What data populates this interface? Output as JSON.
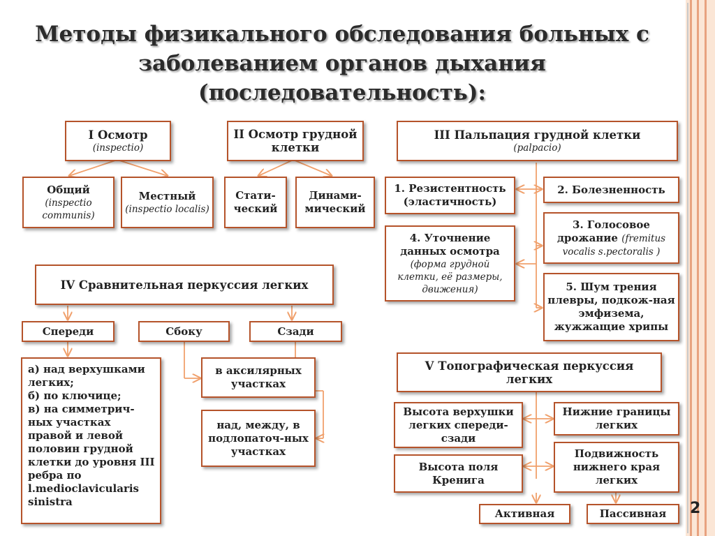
{
  "title": {
    "line1": "Методы физикального обследования больных с",
    "line2": "заболеванием органов дыхания",
    "line3": "(последовательность):"
  },
  "inspection": {
    "main": "I  Осмотр",
    "main_latin": "(inspectio)",
    "general": "Общий",
    "general_latin": "(inspectio communis)",
    "local": "Местный",
    "local_latin": "(inspectio localis)"
  },
  "chest_inspection": {
    "main": "II  Осмотр грудной клетки",
    "static": "Стати-ческий",
    "dynamic": "Динами-мический"
  },
  "palpation": {
    "main": "III  Пальпация грудной клетки",
    "main_latin": "(palpacio)",
    "item1": "1. Резистентность (эластичность)",
    "item2": "2. Болезненность",
    "item3": "3. Голосовое дрожание",
    "item3_latin": "(fremitus vocalis s.pectoralis )",
    "item4": "4. Уточнение данных осмотра",
    "item4_latin": "(форма грудной клетки, её размеры, движения)",
    "item5": "5. Шум трения плевры, подкож-ная эмфизема, жужжащие хрипы"
  },
  "comparative": {
    "main": "IV  Сравнительная перкуссия легких",
    "front": "Спереди",
    "side": "Сбоку",
    "back": "Сзади",
    "front_detail": "а) над верхушками легких;\nб) по ключице;\nв) на симметрич-ных участках правой и левой половин грудной клетки до уровня III ребра по l.medioclavicularis sinistra",
    "side_detail": "в аксилярных участках",
    "back_detail": "над, между, в подлопаточ-ных участках"
  },
  "topographic": {
    "main": "V  Топографическая перкуссия легких",
    "apex": "Высота верхушки легких спереди-сзади",
    "kroenig": "Высота поля Кренига",
    "lower": "Нижние границы легких",
    "mobility": "Подвижность нижнего края легких",
    "active": "Активная",
    "passive": "Пассивная"
  },
  "page_number": "2",
  "colors": {
    "accent": "#f0a06c",
    "box_border": "#b5532a"
  }
}
